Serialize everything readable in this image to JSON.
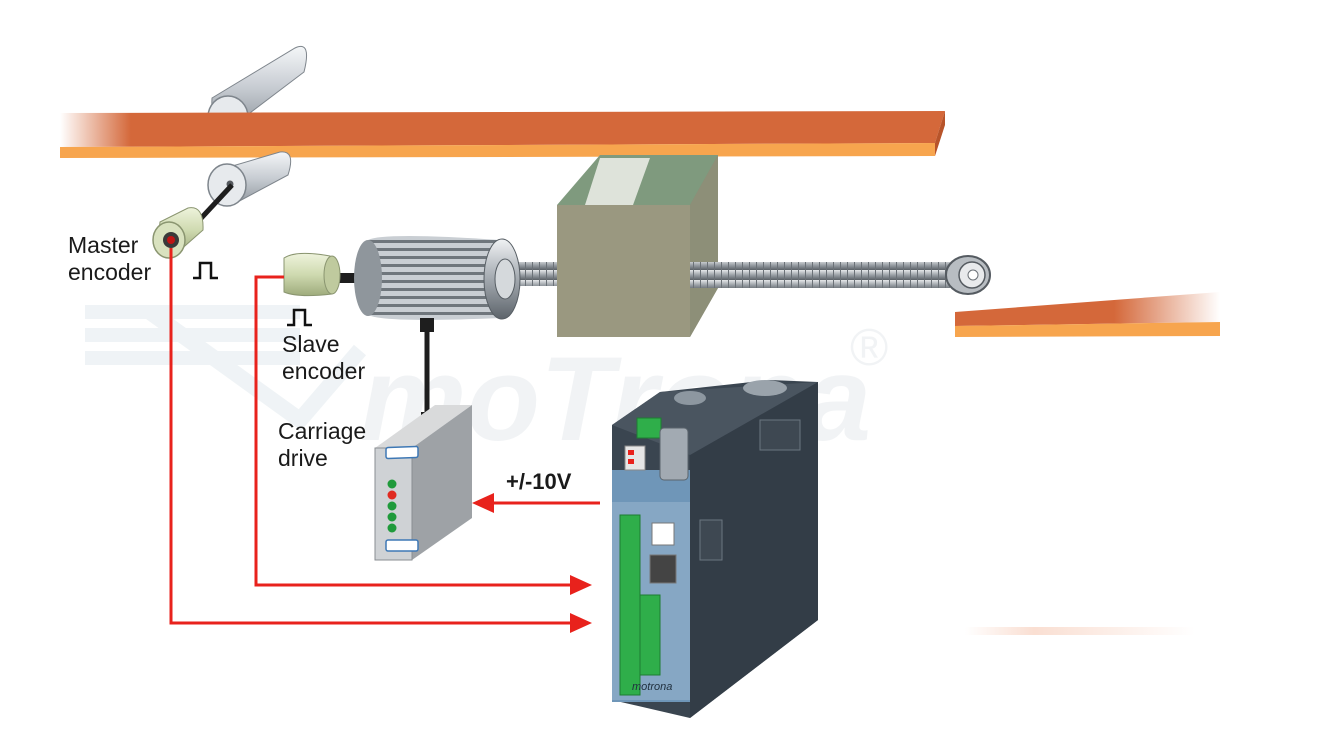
{
  "labels": {
    "master_line1": "Master",
    "master_line2": "encoder",
    "slave_line1": "Slave",
    "slave_line2": "encoder",
    "carriage_line1": "Carriage",
    "carriage_line2": "drive",
    "voltage": "+/-10V"
  },
  "watermark": {
    "brand": "moTrona",
    "registered": "®"
  },
  "controller": {
    "brand": "motrona"
  },
  "colors": {
    "material_strip": "#d4683a",
    "signal_wire": "#e8221c",
    "controller_body": "#3a4550",
    "terminal_green": "#2fae4a"
  },
  "icons": [
    "pulse-icon",
    "registered-icon"
  ]
}
